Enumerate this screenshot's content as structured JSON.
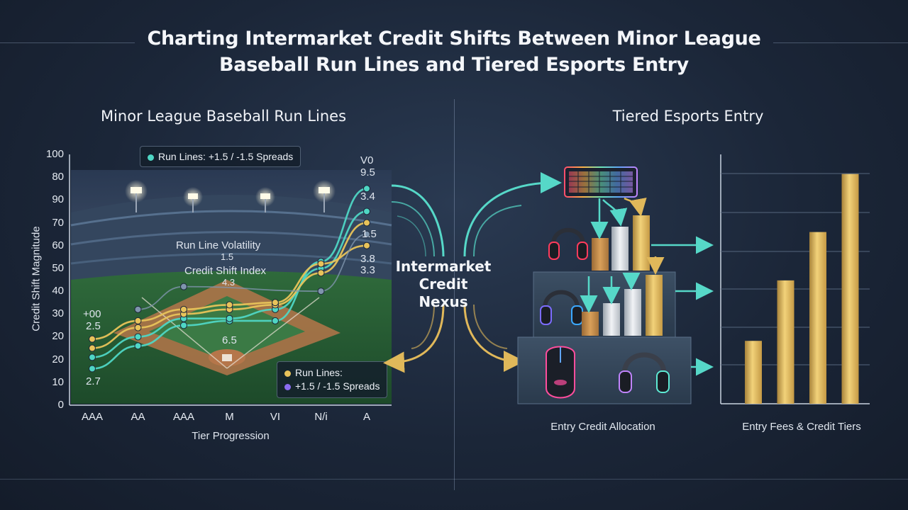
{
  "title_line1": "Charting Intermarket Credit Shifts Between Minor League",
  "title_line2": "Baseball Run Lines and Tiered Esports Entry",
  "left_section_title": "Minor League Baseball Run Lines",
  "right_section_title": "Tiered Esports Entry",
  "center_label_line1": "Intermarket",
  "center_label_line2": "Credit Nexus",
  "left_legend_top": "Run Lines: +1.5 / -1.5 Spreads",
  "left_legend_bottom_line1": "Run Lines:",
  "left_legend_bottom_line2": "+1.5 / -1.5 Spreads",
  "annotations": {
    "run_line_volatility": "Run Line Volatility",
    "volatility_value": "1.5",
    "credit_shift_index": "Credit Shift Index",
    "index_value": "4.3",
    "home_plate_value": "6.5",
    "left_plus00": "+00",
    "left_2_5": "2.5",
    "left_2_7": "2.7",
    "right_v0": "V0",
    "right_9_5": "9.5",
    "right_3_4": "3.4",
    "right_1_5": "1.5",
    "right_3_8": "3.8",
    "right_3_3": "3.3"
  },
  "esports_caption_left": "Entry Credit Allocation",
  "esports_caption_right": "Entry Fees & Credit Tiers",
  "colors": {
    "teal": "#4fd6c4",
    "gold": "#e8c35a",
    "purple": "#8b6cf0",
    "slate": "#7f95ad",
    "arrow": "#56d8c8"
  },
  "icons": [
    "keyboard-icon",
    "headset-icon",
    "mouse-icon"
  ],
  "chart_data": [
    {
      "type": "line",
      "title": "Minor League Baseball Run Lines",
      "xlabel": "Tier Progression",
      "ylabel": "Credit Shift Magnitude",
      "categories": [
        "AAA",
        "AA",
        "AAA",
        "M",
        "VI",
        "N/i",
        "A"
      ],
      "y_ticks": [
        "0",
        "10",
        "20",
        "20",
        "30",
        "40",
        "50",
        "60",
        "70",
        "90",
        "80",
        "100"
      ],
      "series": [
        {
          "values": [
            16,
            26,
            35,
            37,
            37,
            63,
            95
          ],
          "color": "#4fd6c4"
        },
        {
          "values": [
            21,
            30,
            38,
            38,
            42,
            60,
            85
          ],
          "color": "#4fd6c4"
        },
        {
          "values": [
            25,
            34,
            40,
            42,
            44,
            58,
            80
          ],
          "color": "#e8c35a"
        },
        {
          "values": [
            29,
            37,
            42,
            44,
            45,
            62,
            70
          ],
          "color": "#e8c35a"
        },
        {
          "values": [
            null,
            42,
            52,
            null,
            null,
            50,
            75
          ],
          "color": "#7f95ad"
        }
      ],
      "grid": false,
      "legend": "top-center"
    },
    {
      "type": "bar",
      "title": "Entry Fees & Credit Tiers",
      "categories": [
        "",
        "",
        "",
        ""
      ],
      "values": [
        26,
        51,
        71,
        95
      ],
      "ylim": [
        0,
        100
      ],
      "color": "#e8c35a"
    }
  ]
}
